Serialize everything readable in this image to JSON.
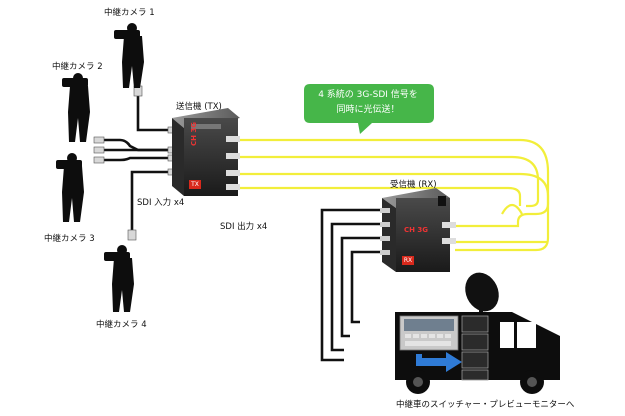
{
  "cameras": {
    "cam1_label": "中継カメラ 1",
    "cam2_label": "中継カメラ 2",
    "cam3_label": "中継カメラ 3",
    "cam4_label": "中継カメラ 4"
  },
  "tx": {
    "title": "送信機 (TX)",
    "badge": "TX",
    "logo_text": "CH 3G"
  },
  "rx": {
    "title": "受信機 (RX)",
    "badge": "RX",
    "logo_text": "CH 3G"
  },
  "labels": {
    "sdi_in": "SDI 入力 x4",
    "sdi_out": "SDI 出力 x4",
    "van_caption": "中継車のスイッチャー・プレビューモニターへ"
  },
  "callout": {
    "line1": "4 系統の 3G-SDI 信号を",
    "line2": "同時に光伝送！"
  },
  "colors": {
    "fiber": "#f2ee3a",
    "callout_green": "#46b649",
    "badge_red": "#d9291c",
    "van_blue": "#2f7bd6"
  }
}
